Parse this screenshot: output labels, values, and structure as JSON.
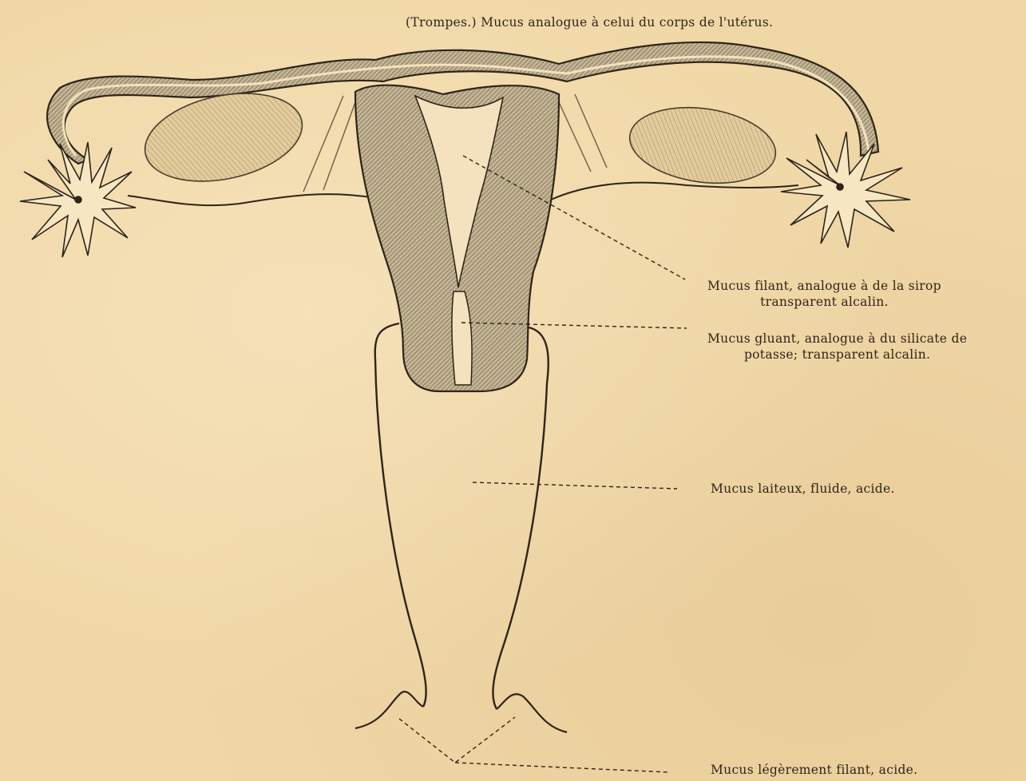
{
  "labels": {
    "tubes": "(Trompes.) Mucus analogue à celui du corps de l'utérus.",
    "uterine_body_1": "Mucus filant, analogue à de la sirop",
    "uterine_body_2": "transparent alcalin.",
    "cervix_1": "Mucus gluant, analogue à du silicate de",
    "cervix_2": "potasse; transparent alcalin.",
    "vagina": "Mucus laiteux, fluide, acide.",
    "vulva": "Mucus légèrement filant, acide."
  },
  "colors": {
    "paper": "#f0d7a6",
    "ink": "#2e2418",
    "hatch_fill": "#b9aa8c"
  }
}
